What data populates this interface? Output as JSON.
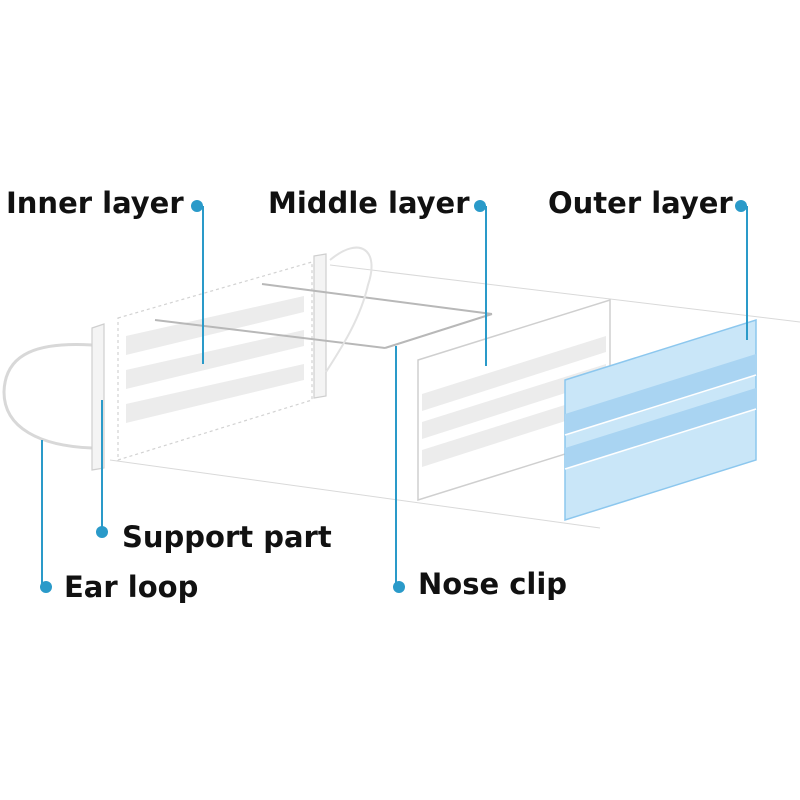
{
  "labels": {
    "inner_layer": "Inner layer",
    "middle_layer": "Middle layer",
    "outer_layer": "Outer layer",
    "support_part": "Support part",
    "ear_loop": "Ear loop",
    "nose_clip": "Nose clip"
  },
  "colors": {
    "leader": "#2a9ac9",
    "outline": "#cfcfcf",
    "stripe": "#ececec",
    "outer_fill": "#c9e6f8",
    "outer_band": "#a9d4f2",
    "outer_edge": "#8cc7ee",
    "text": "#111111"
  }
}
